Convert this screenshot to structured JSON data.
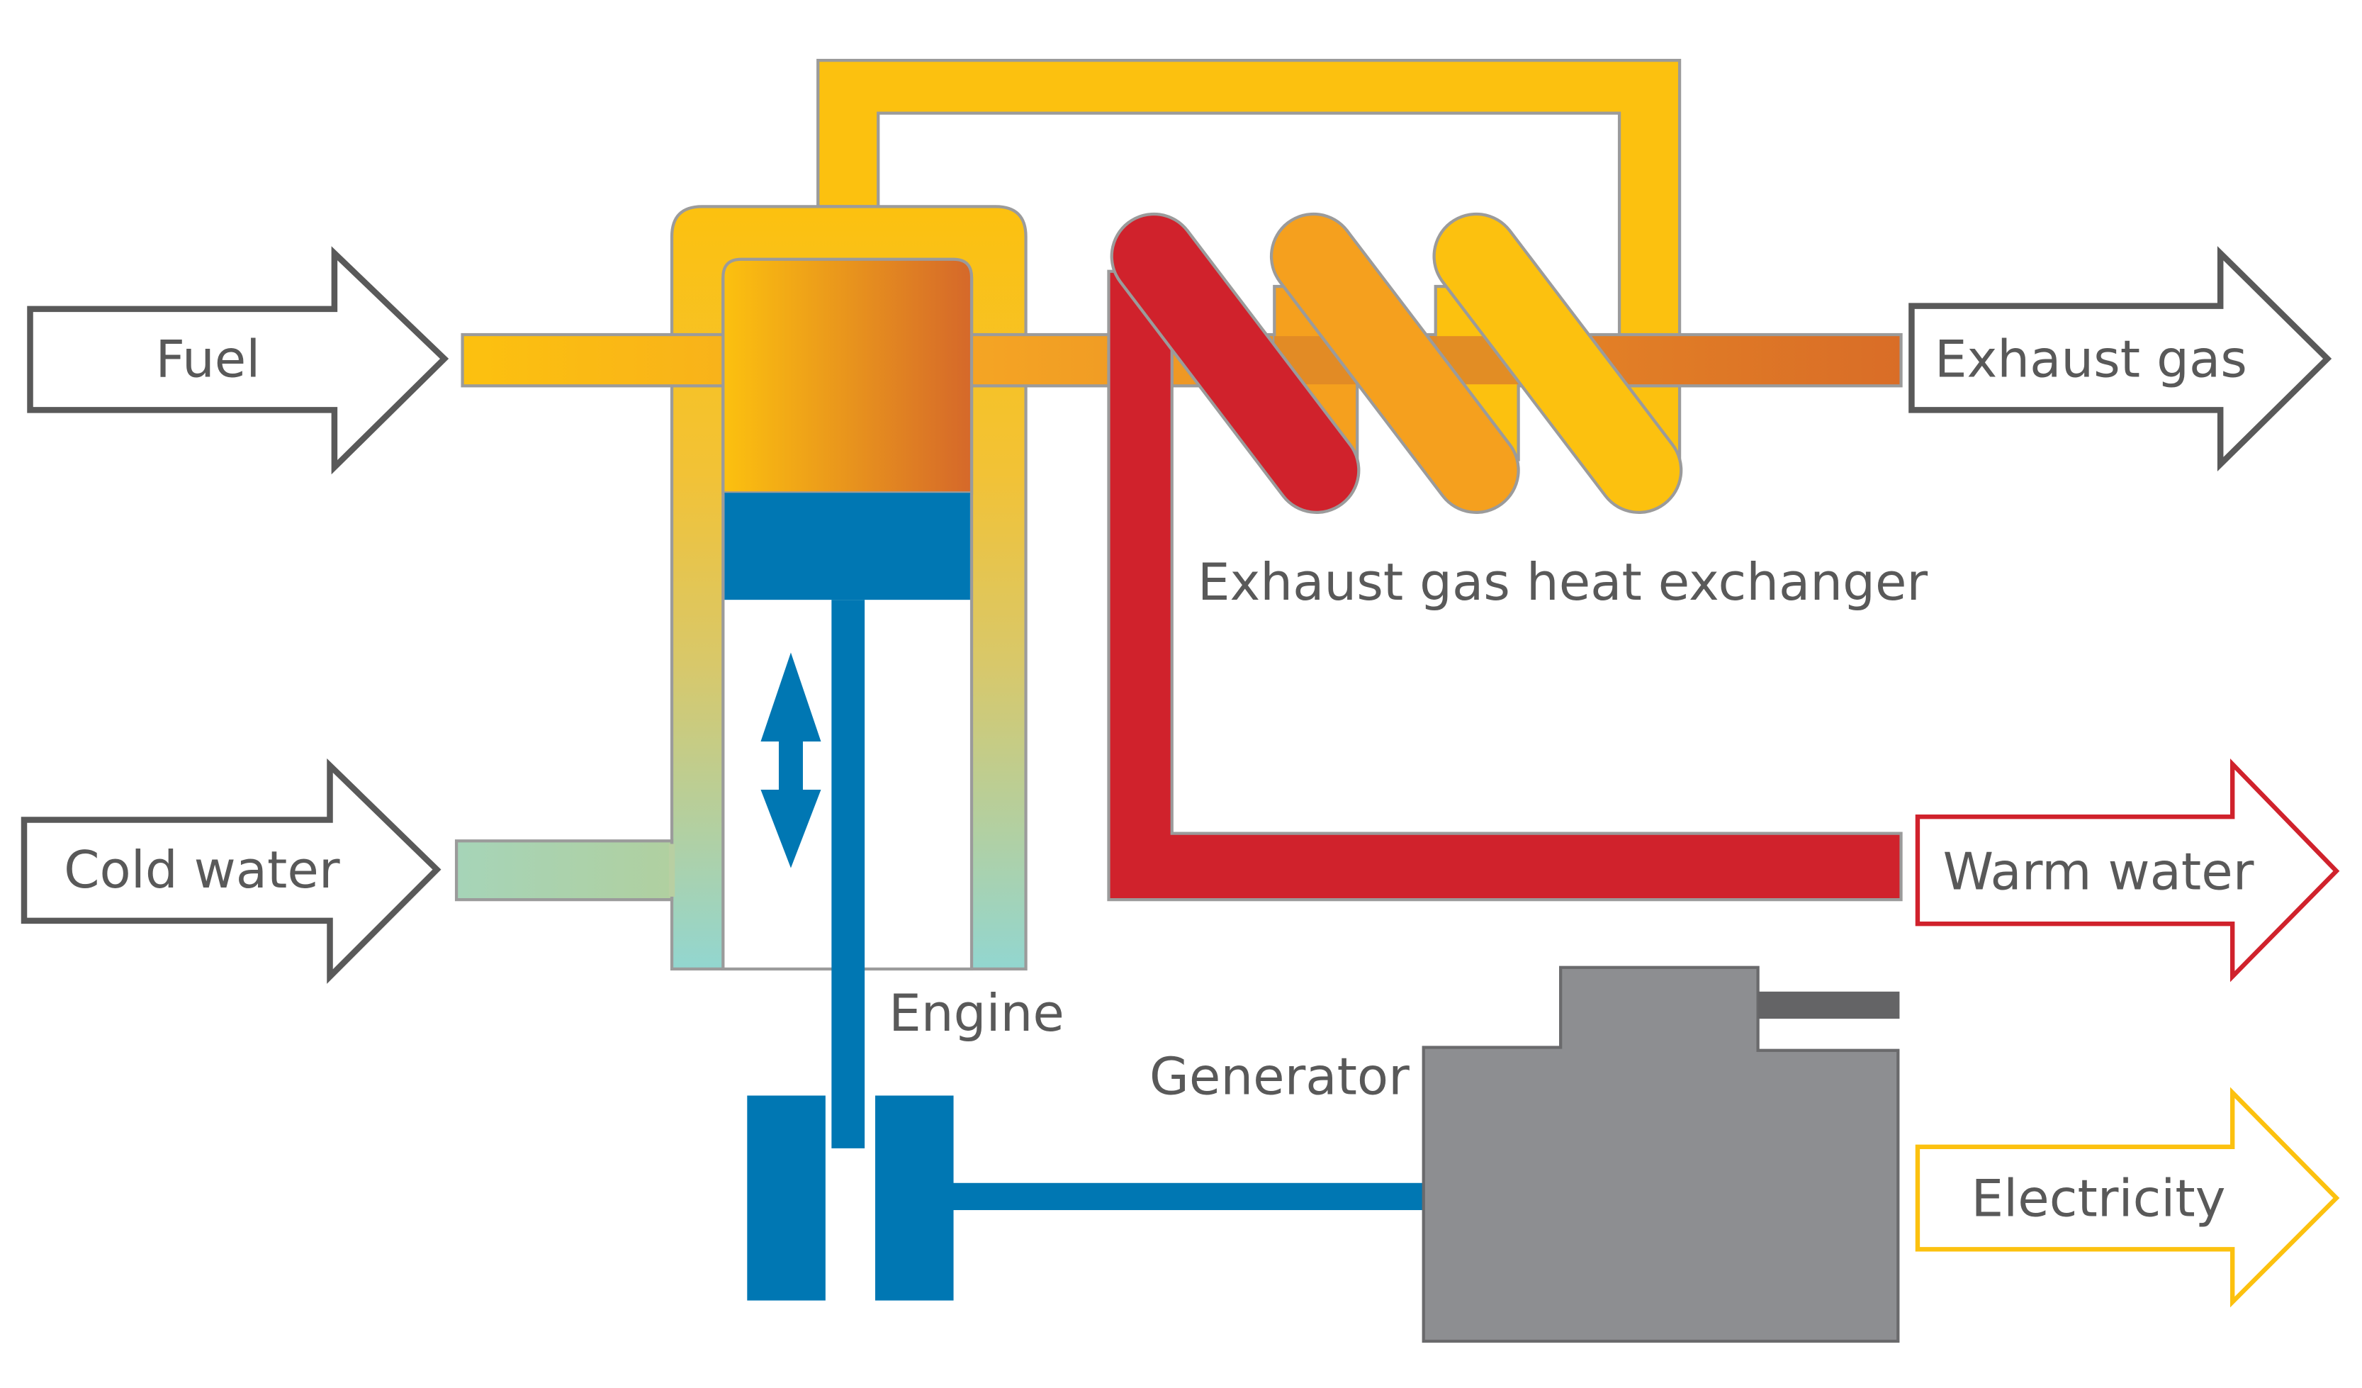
{
  "title": "Combined heat and power (CHP) engine system",
  "inputs": {
    "fuel": "Fuel",
    "cold_water": "Cold water"
  },
  "outputs": {
    "exhaust_gas": "Exhaust gas",
    "warm_water": "Warm water",
    "electricity": "Electricity"
  },
  "components": {
    "heat_exchanger": "Exhaust gas heat exchanger",
    "engine": "Engine",
    "generator": "Generator"
  },
  "colors": {
    "arrow_neutral": "#595959",
    "arrow_warm_water": "#d0222c",
    "arrow_electricity": "#fcc10f",
    "fuel_yellow": "#fcc10f",
    "exhaust_orange": "#d96d27",
    "hot_water_red": "#d0222c",
    "coil_orange": "#f5a01e",
    "piston_blue": "#0077b3",
    "generator_gray": "#8d8e91",
    "cold_water_teal": "#9ad4cc",
    "outline_gray": "#9b9b9b"
  }
}
